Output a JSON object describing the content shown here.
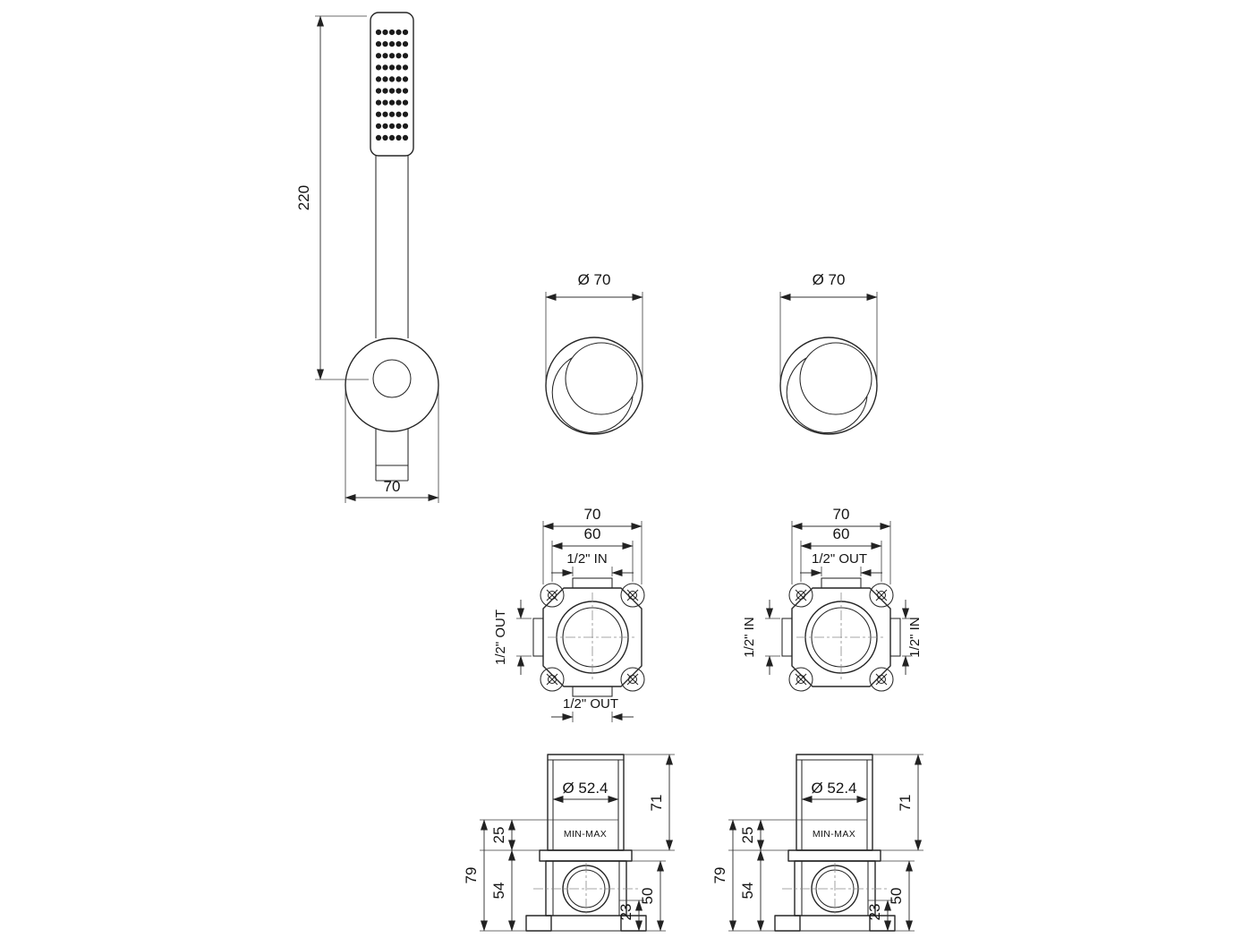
{
  "drawing": {
    "handshower": {
      "length": "220",
      "escutcheon_diameter": "70"
    },
    "handle_knob": {
      "diameter_label": "Ø 70"
    },
    "valve_body_left": {
      "width": "70",
      "hole_spacing": "60",
      "port_top": "1/2\" IN",
      "port_left": "1/2\" OUT",
      "port_bottom": "1/2\" OUT"
    },
    "valve_body_right": {
      "width": "70",
      "hole_spacing": "60",
      "port_top": "1/2\" OUT",
      "port_left": "1/2\" IN",
      "port_right": "1/2\" IN"
    },
    "valve_side": {
      "diameter_label": "Ø 52.4",
      "minmax_label": "MIN-MAX",
      "depth_total": "71",
      "plaster_range": "25",
      "height_total": "79",
      "body_height": "54",
      "body_depth": "50",
      "port_offset": "23"
    }
  }
}
